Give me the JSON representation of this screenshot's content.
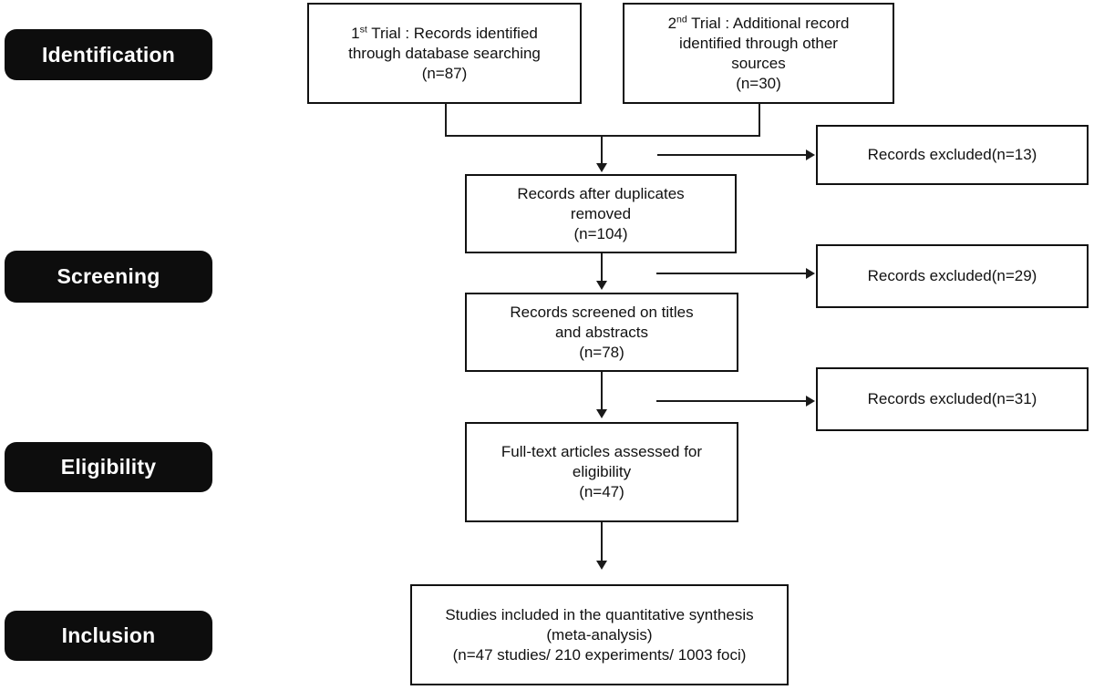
{
  "stages": [
    {
      "label": "Identification"
    },
    {
      "label": "Screening"
    },
    {
      "label": "Eligibility"
    },
    {
      "label": "Inclusion"
    }
  ],
  "boxes": {
    "trial1": {
      "num": "1",
      "ord": "st",
      "line1_rest": " Trial : Records identified",
      "line2": "through database searching",
      "line3": "(n=87)"
    },
    "trial2": {
      "num": "2",
      "ord": "nd",
      "line1_rest": " Trial : Additional record",
      "line2": "identified through other",
      "line3": "sources",
      "line4": "(n=30)"
    },
    "duplicates": {
      "line1": "Records after duplicates",
      "line2": "removed",
      "line3": "(n=104)"
    },
    "screened": {
      "line1": "Records screened on titles",
      "line2": "and abstracts",
      "line3": "(n=78)"
    },
    "fulltext": {
      "line1": "Full-text articles assessed for",
      "line2": "eligibility",
      "line3": "(n=47)"
    },
    "included": {
      "line1": "Studies included in the quantitative synthesis",
      "line2": "(meta-analysis)",
      "line3": "(n=47 studies/ 210 experiments/ 1003 foci)"
    },
    "excluded1": {
      "label": "Records excluded(n=13)"
    },
    "excluded2": {
      "label": "Records excluded(n=29)"
    },
    "excluded3": {
      "label": "Records excluded(n=31)"
    }
  },
  "colors": {
    "stage_bg": "#0d0d0d",
    "stage_text": "#ffffff",
    "box_border": "#111111",
    "box_bg": "#ffffff",
    "line": "#1a1a1a"
  }
}
